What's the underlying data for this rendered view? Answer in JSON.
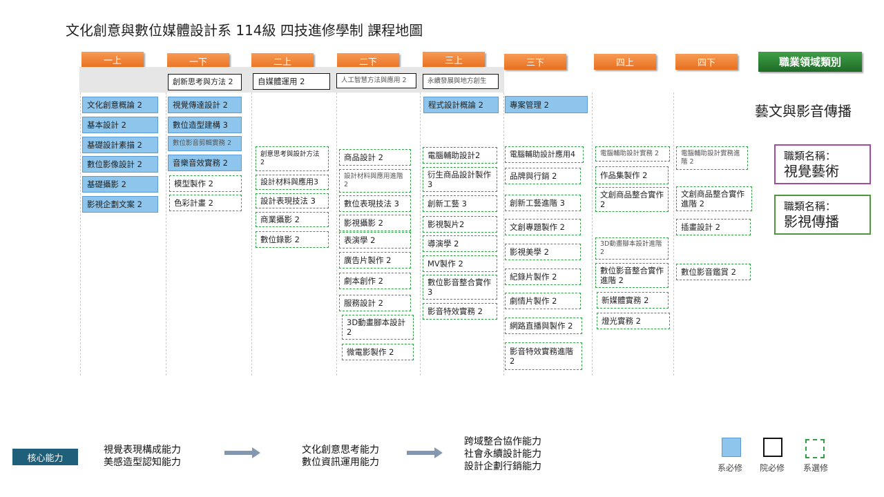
{
  "title": "文化創意與數位媒體設計系 114級 四技進修學制 課程地圖",
  "semesters": [
    "一上",
    "一下",
    "二上",
    "二下",
    "三上",
    "三下",
    "四上",
    "四下"
  ],
  "career_header": "職業領域類別",
  "career_domain": "藝文與影音傳播",
  "jobs": [
    {
      "label": "職類名稱：",
      "name": "視覺藝術",
      "color": "#a24ba0"
    },
    {
      "label": "職類名稱：",
      "name": "影視傳播",
      "color": "#4a9a3c"
    }
  ],
  "courses": {
    "s1": [
      "文化創意概論 2",
      "基本設計 2",
      "基礎設計素描 2",
      "數位影像設計 2",
      "基礎攝影 2",
      "影視企劃文案 2"
    ],
    "s2_college": "創新思考與方法 2",
    "s2": [
      "視覺傳達設計 2",
      "數位造型建構 3",
      "數位影音剪輯實務 2",
      "音樂音效實務 2"
    ],
    "s2_elective": [
      "模型製作 2",
      "色彩計畫 2"
    ],
    "s3_college": "自媒體運用 2",
    "s3_elective": [
      "創意思考與設計方法 2",
      "設計材料與應用3",
      "設計表現技法 3",
      "商業攝影 2",
      "數位錄影 2"
    ],
    "s4_college": "人工智慧方法與應用 2",
    "s4_elective": [
      "商品設計 2",
      "設計材料與應用進階 2",
      "數位表現技法 3",
      "影視攝影 2",
      "表演學 2",
      "廣告片製作 2",
      "劇本創作 2",
      "服務設計 2",
      "3D動畫腳本設計 2",
      "微電影製作 2"
    ],
    "s5_college": "永續發展與地方創生",
    "s5_required": "程式設計概論 2",
    "s5_elective": [
      "電腦輔助設計2",
      "衍生商品設計製作 3",
      "創新工藝 3",
      "影視製片2",
      "導演學 2",
      "MV製作 2",
      "數位影音整合實作 3",
      "影音特效實務 2"
    ],
    "s6_required": "專案管理 2",
    "s6_elective": [
      "電腦輔助設計應用4",
      "品牌與行銷 2",
      "創新工藝進階 3",
      "文創專題製作 2",
      "影視美學 2",
      "紀錄片製作 2",
      "劇情片製作 2",
      "網路直播與製作 2",
      "影音特效實務進階 2"
    ],
    "s7_elective": [
      "電腦輔助設計實務 2",
      "作品集製作 2",
      "文創商品整合實作 2",
      "3D動畫腳本設計進階 2",
      "數位影音整合實作進階 2",
      "新媒體實務 2",
      "燈光實務 2"
    ],
    "s8_elective": [
      "電腦輔助設計實務進階 2",
      "文創商品整合實作進階 2",
      "插畫設計 2",
      "數位影音鑑賞 2"
    ]
  },
  "core": {
    "label": "核心能力",
    "group1": [
      "視覺表現構成能力",
      "美感造型認知能力"
    ],
    "group2": [
      "文化創意思考能力",
      "數位資訊運用能力"
    ],
    "group3": [
      "跨域整合協作能力",
      "社會永續設計能力",
      "設計企劃行銷能力"
    ]
  },
  "legend": [
    "系必修",
    "院必修",
    "系選修"
  ],
  "colors": {
    "required_fill": "#8ec5ec",
    "elective_border": "#2f9e44",
    "semester": "#e8701f",
    "career": "#2e7d32",
    "core": "#1f5f7a"
  }
}
